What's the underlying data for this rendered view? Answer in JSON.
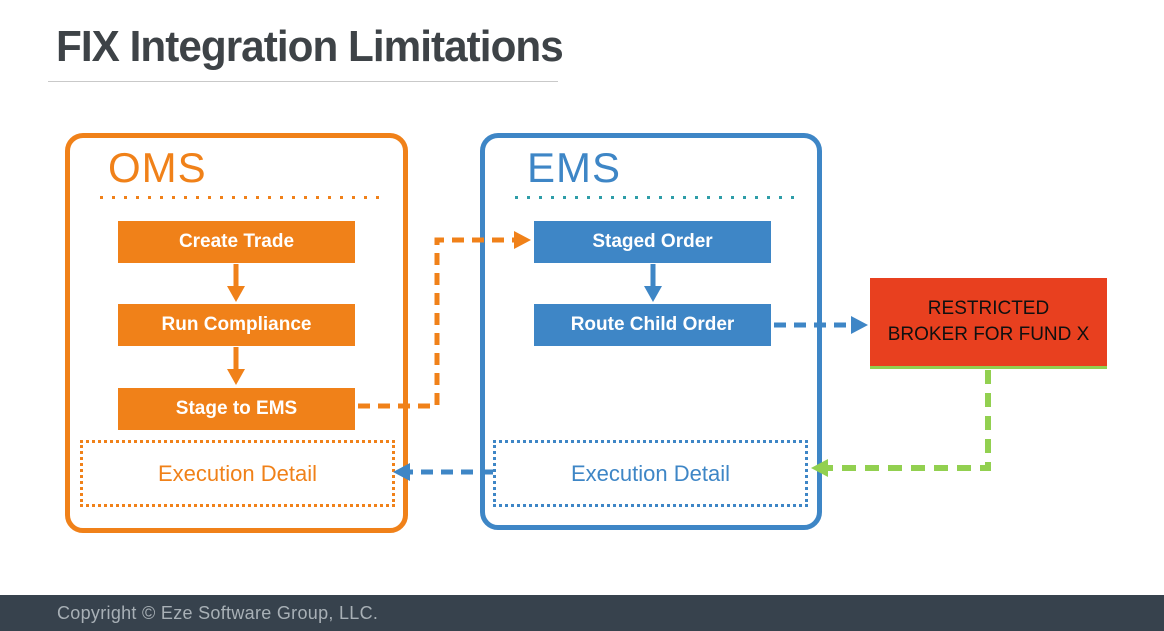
{
  "title": "FIX Integration Limitations",
  "oms": {
    "label": "OMS",
    "steps": [
      "Create Trade",
      "Run Compliance",
      "Stage to EMS"
    ],
    "execution_detail": "Execution Detail"
  },
  "ems": {
    "label": "EMS",
    "steps": [
      "Staged Order",
      "Route Child Order"
    ],
    "execution_detail": "Execution Detail"
  },
  "restricted": {
    "lines": [
      "RESTRICTED",
      "BROKER FOR FUND X"
    ]
  },
  "footer": {
    "copyright": "Copyright © Eze Software Group, LLC."
  },
  "colors": {
    "orange": "#f08119",
    "blue": "#3e86c6",
    "teal_dots": "#2e9da8",
    "red": "#e8401f",
    "green": "#92d050",
    "title_text": "#3e4347",
    "footer_bg": "#37424d",
    "footer_text": "#a8b0b6"
  }
}
